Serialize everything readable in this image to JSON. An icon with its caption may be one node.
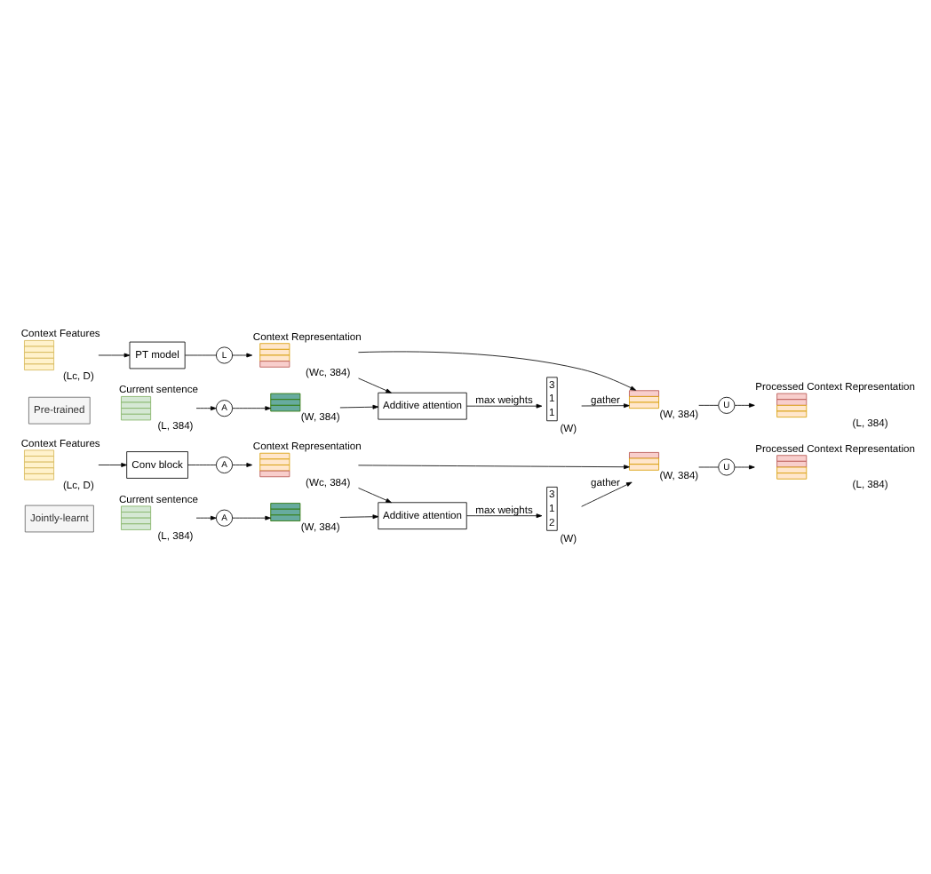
{
  "diagram": {
    "nodes": [
      {
        "text": [
          "Pre-trained"
        ]
      },
      {
        "text": [
          "Context Features"
        ],
        "beside": [
          "(Lc, D)"
        ]
      },
      {
        "text": [
          "PT model"
        ]
      },
      {
        "text": [
          "L"
        ]
      },
      {
        "text": [
          "Context Representation"
        ],
        "beside": [
          "(Wc, 384)"
        ]
      },
      {
        "text": [
          "Additive attention"
        ]
      },
      {
        "text": [
          "Current sentence"
        ],
        "beside": [
          "(L, 384)"
        ]
      },
      {
        "text": [
          "A"
        ]
      },
      {
        "text": [],
        "shape": "box",
        "beside": [
          "(W, 384)"
        ]
      },
      {
        "text": [
          "3",
          "1",
          "1"
        ],
        "beside": [
          "(W)"
        ]
      },
      {
        "text": [],
        "shape": "box",
        "beside": [
          "(W, 384)"
        ]
      },
      {
        "text": [
          "U"
        ]
      },
      {
        "text": [
          "Processed Context Representation"
        ],
        "beside": [
          "(L, 384)"
        ]
      },
      {
        "text": [
          "Jointly-learnt"
        ]
      },
      {
        "text": [
          "Context Features"
        ],
        "beside": [
          "(Lc, D)"
        ]
      },
      {
        "text": [
          "Conv block"
        ]
      },
      {
        "text": [
          "A"
        ]
      },
      {
        "text": [
          "Context Representation"
        ],
        "beside": [
          "(Wc, 384)"
        ]
      },
      {
        "text": [
          "Additive attention"
        ]
      },
      {
        "text": [
          "Current sentence"
        ],
        "beside": [
          "(L, 384)"
        ]
      },
      {
        "text": [
          "A"
        ]
      },
      {
        "text": [],
        "shape": "box",
        "beside": [
          "(W, 384)"
        ]
      },
      {
        "text": [
          "3",
          "1",
          "2"
        ],
        "beside": [
          "(W)"
        ]
      },
      {
        "text": [],
        "shape": "box",
        "beside": [
          "(W, 384)"
        ]
      },
      {
        "text": [
          "U"
        ]
      },
      {
        "text": [
          "Processed Context Representation"
        ],
        "beside": [
          "(L, 384)"
        ]
      }
    ],
    "edges": [
      {
        "from": 1,
        "to": 2,
        "arrow": "to"
      },
      {
        "from": 2,
        "to": 3,
        "arrow": "none"
      },
      {
        "from": 3,
        "to": 4,
        "arrow": "to"
      },
      {
        "from": 4,
        "to": 5,
        "arrow": "to"
      },
      {
        "from": 6,
        "to": 7,
        "arrow": "to"
      },
      {
        "from": 7,
        "to": 8,
        "arrow": "to"
      },
      {
        "from": 8,
        "to": 5,
        "arrow": "to"
      },
      {
        "from": 5,
        "to": 9,
        "arrow": "to",
        "label": "max weights"
      },
      {
        "from": 4,
        "to": 10,
        "arrow": "to"
      },
      {
        "from": 9,
        "to": 10,
        "arrow": "to",
        "label": "gather"
      },
      {
        "from": 10,
        "to": 11,
        "arrow": "none"
      },
      {
        "from": 11,
        "to": 12,
        "arrow": "to"
      },
      {
        "from": 14,
        "to": 15,
        "arrow": "to"
      },
      {
        "from": 15,
        "to": 16,
        "arrow": "none"
      },
      {
        "from": 16,
        "to": 17,
        "arrow": "to"
      },
      {
        "from": 17,
        "to": 18,
        "arrow": "to"
      },
      {
        "from": 19,
        "to": 20,
        "arrow": "to"
      },
      {
        "from": 20,
        "to": 21,
        "arrow": "to"
      },
      {
        "from": 21,
        "to": 18,
        "arrow": "to"
      },
      {
        "from": 18,
        "to": 22,
        "arrow": "to",
        "label": "max weights"
      },
      {
        "from": 17,
        "to": 23,
        "arrow": "to"
      },
      {
        "from": 22,
        "to": 23,
        "arrow": "to",
        "label": "gather"
      },
      {
        "from": 23,
        "to": 24,
        "arrow": "none"
      },
      {
        "from": 24,
        "to": 25,
        "arrow": "to"
      }
    ]
  }
}
